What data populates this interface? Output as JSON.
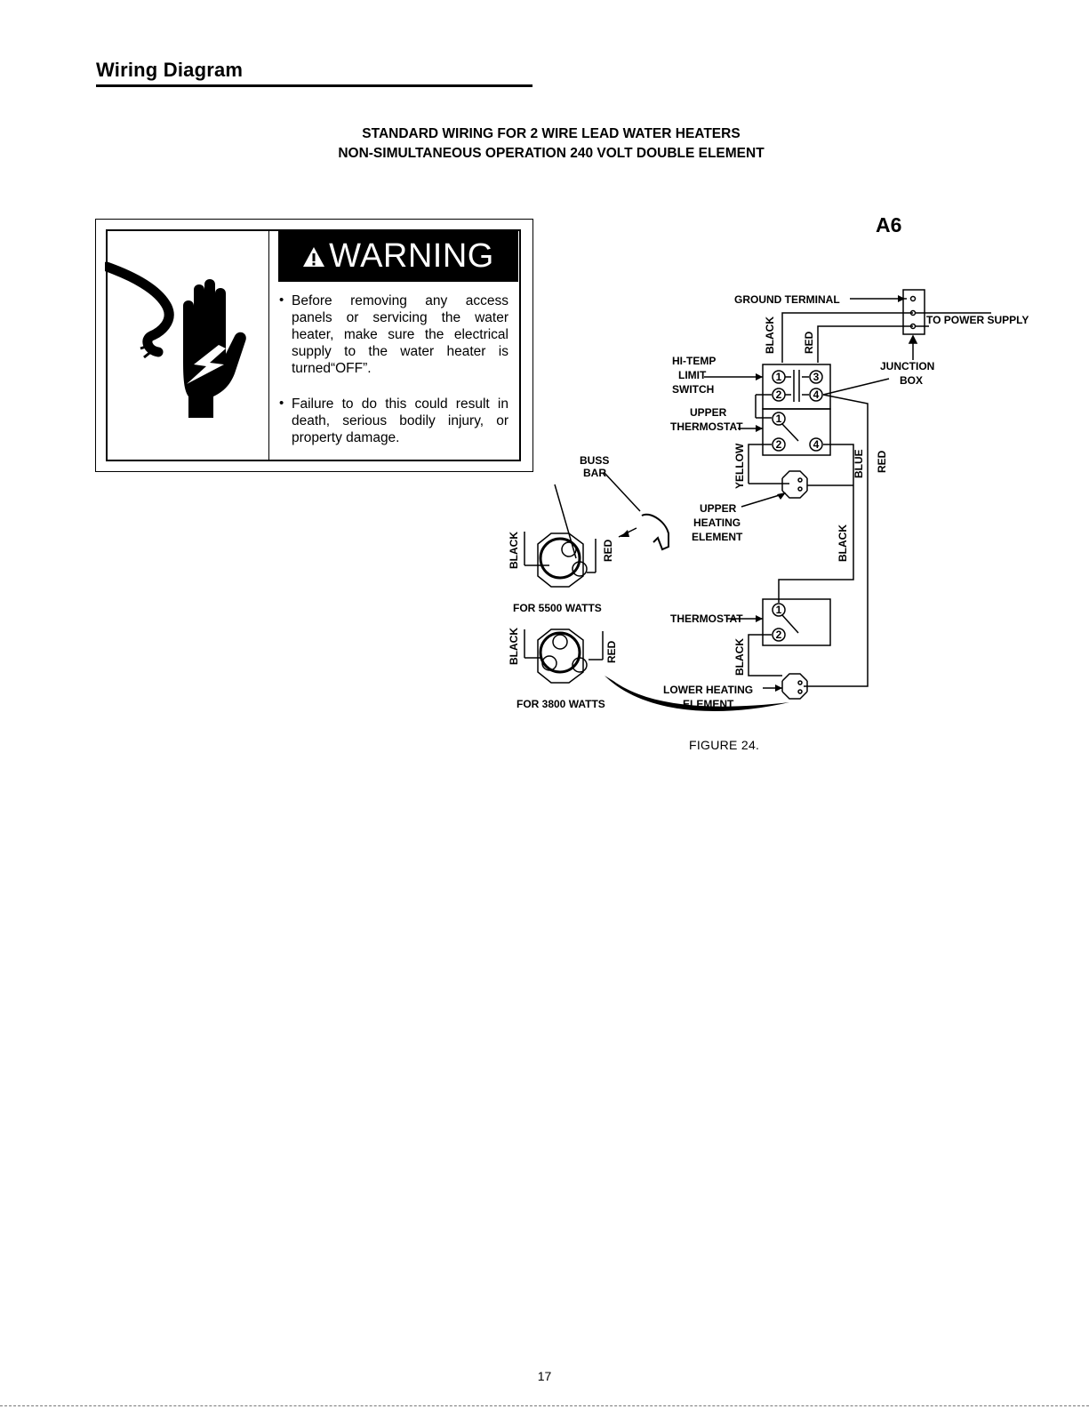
{
  "section_heading": "Wiring Diagram",
  "diagram_title": {
    "line1": "STANDARD WIRING FOR 2 WIRE LEAD WATER HEATERS",
    "line2": "NON-SIMULTANEOUS OPERATION 240 VOLT DOUBLE ELEMENT"
  },
  "figure_code": "A6",
  "warning": {
    "banner": "WARNING",
    "bullet1": "Before removing any access panels or servicing the water heater, make sure the electrical supply to the water heater is turned“OFF”.",
    "bullet2": "Failure to do this could result in death, serious bodily injury, or property damage."
  },
  "diagram_labels": {
    "ground_terminal": "GROUND TERMINAL",
    "to_power_supply": "TO POWER SUPPLY",
    "junction": "JUNCTION",
    "box": "BOX",
    "hi_temp": "HI-TEMP",
    "limit": "LIMIT",
    "switch": "SWITCH",
    "upper": "UPPER",
    "thermostat": "THERMOSTAT",
    "upper_heating_1": "UPPER",
    "upper_heating_2": "HEATING",
    "upper_heating_3": "ELEMENT",
    "lower_thermostat": "THERMOSTAT",
    "lower_heating": "LOWER HEATING",
    "lower_element": "ELEMENT",
    "buss": "BUSS",
    "bar": "BAR",
    "for_5500": "FOR 5500 WATTS",
    "for_3800": "FOR 3800 WATTS",
    "black": "BLACK",
    "red": "RED",
    "yellow": "YELLOW",
    "blue": "BLUE",
    "t1": "1",
    "t2": "2",
    "t3": "3",
    "t4": "4"
  },
  "figure_caption": "FIGURE 24.",
  "page_number": "17"
}
